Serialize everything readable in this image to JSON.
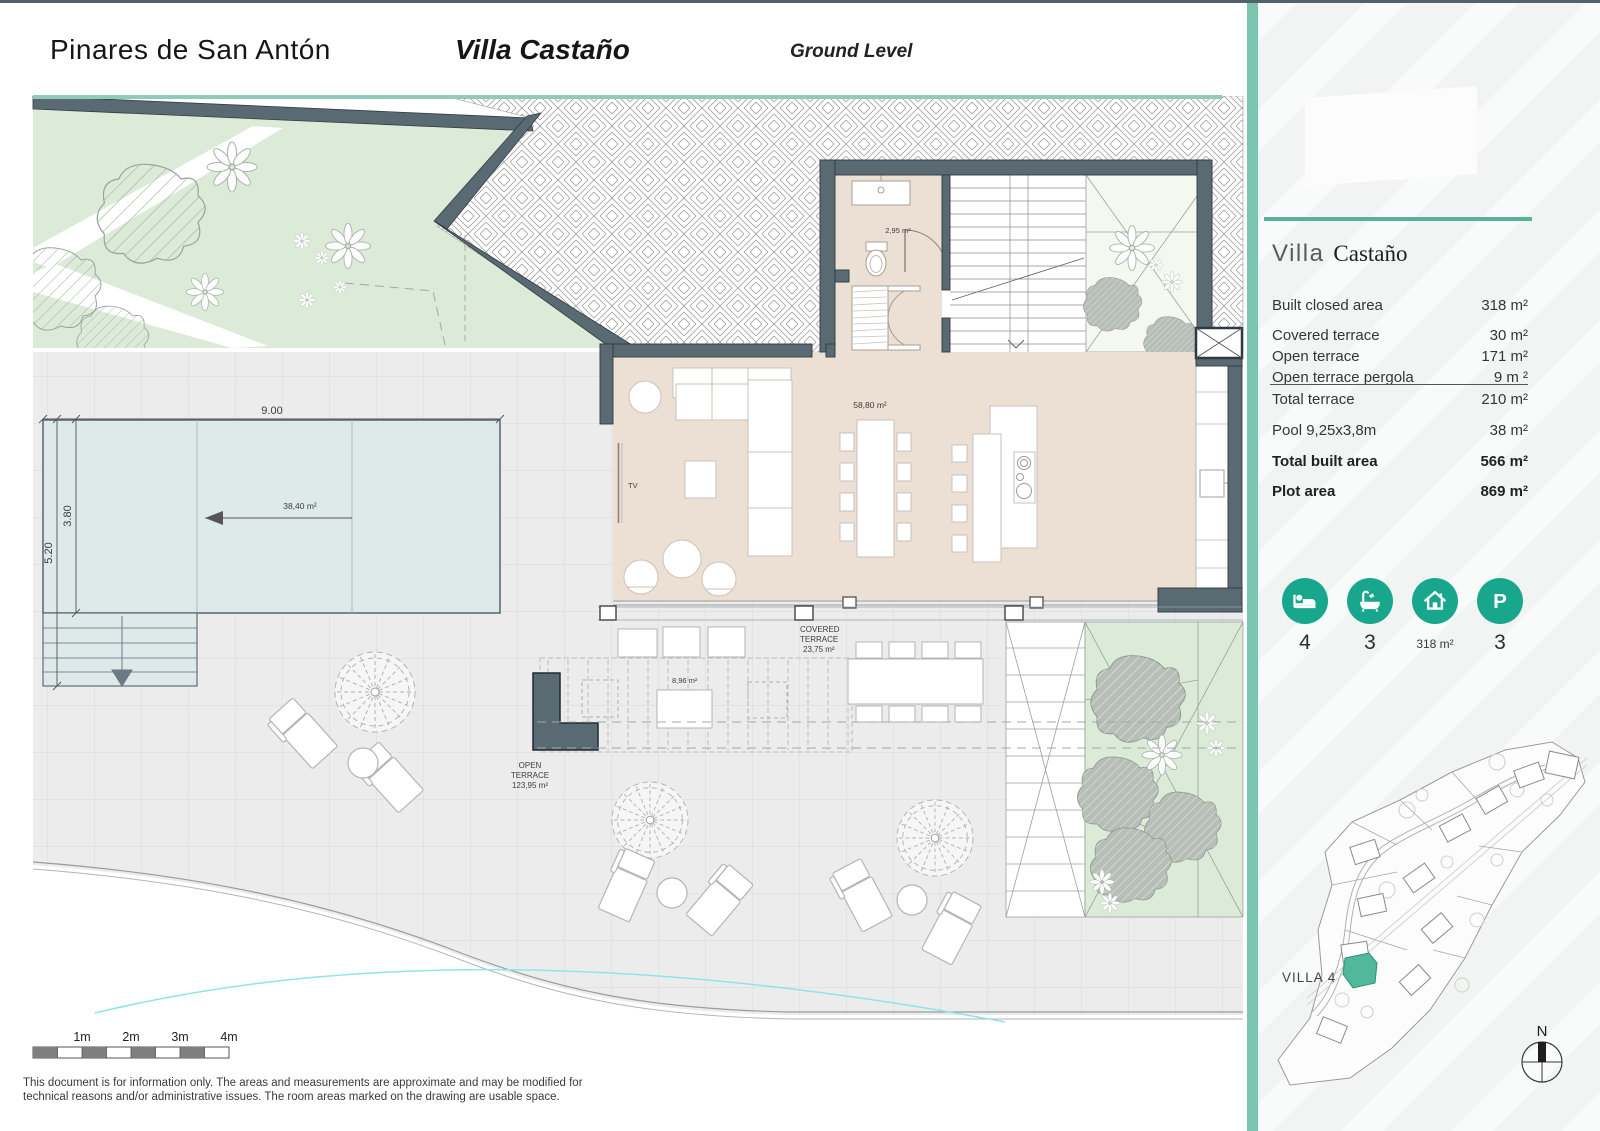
{
  "header": {
    "project": "Pinares de San Antón",
    "villa_name": "Villa Castaño",
    "level": "Ground Level"
  },
  "plan": {
    "labels": {
      "wc_area": "2,95 m²",
      "living_area": "58,80 m²",
      "tv": "TV",
      "covered_terrace_1": "COVERED",
      "covered_terrace_2": "TERRACE",
      "covered_terrace_3": "23,75 m²",
      "pergola_area": "8,96 m²",
      "open_terrace_1": "OPEN",
      "open_terrace_2": "TERRACE",
      "open_terrace_3": "123,95 m²",
      "pool_width": "9.00",
      "pool_depth_inner": "3.80",
      "pool_depth_outer": "5.20",
      "pool_area": "38,40 m²"
    },
    "scale_ticks": [
      "1m",
      "2m",
      "3m",
      "4m"
    ]
  },
  "sidebar": {
    "title": {
      "part1": "Villa",
      "part2": "Castaño"
    },
    "areas": [
      {
        "label": "Built closed area",
        "value": "318 m²"
      },
      {
        "label": "Covered terrace",
        "value": "30 m²"
      },
      {
        "label": "Open terrace",
        "value": "171 m²"
      },
      {
        "label": "Open terrace pergola",
        "value": "9 m ²"
      },
      {
        "label": "Total terrace",
        "value": "210 m²"
      },
      {
        "label": "Pool 9,25x3,8m",
        "value": "38 m²"
      },
      {
        "label": "Total built area",
        "value": "566 m²"
      },
      {
        "label": "Plot area",
        "value": "869 m²"
      }
    ],
    "stats": [
      {
        "icon": "bed-icon",
        "value": "4"
      },
      {
        "icon": "bath-icon",
        "value": "3"
      },
      {
        "icon": "house-icon",
        "value": "318 m²"
      },
      {
        "icon": "parking-icon",
        "glyph": "P",
        "value": "3"
      }
    ],
    "site_map": {
      "villa_label": "VILLA 4",
      "north": "N"
    }
  },
  "footer": {
    "disclaimer": "This document is for information only. The areas and measurements are approximate and may be modified for technical reasons and/or administrative issues. The room areas marked on the drawing are usable space."
  },
  "colors": {
    "accent_teal": "#18a78c",
    "stripe_teal": "#7cc5b1",
    "wall": "#5a6a72",
    "floor_beige": "#ecdfd4",
    "garden_green": "#dcead8",
    "pool_blue": "#dee9e9",
    "contour_cyan": "#8fe5e5"
  }
}
